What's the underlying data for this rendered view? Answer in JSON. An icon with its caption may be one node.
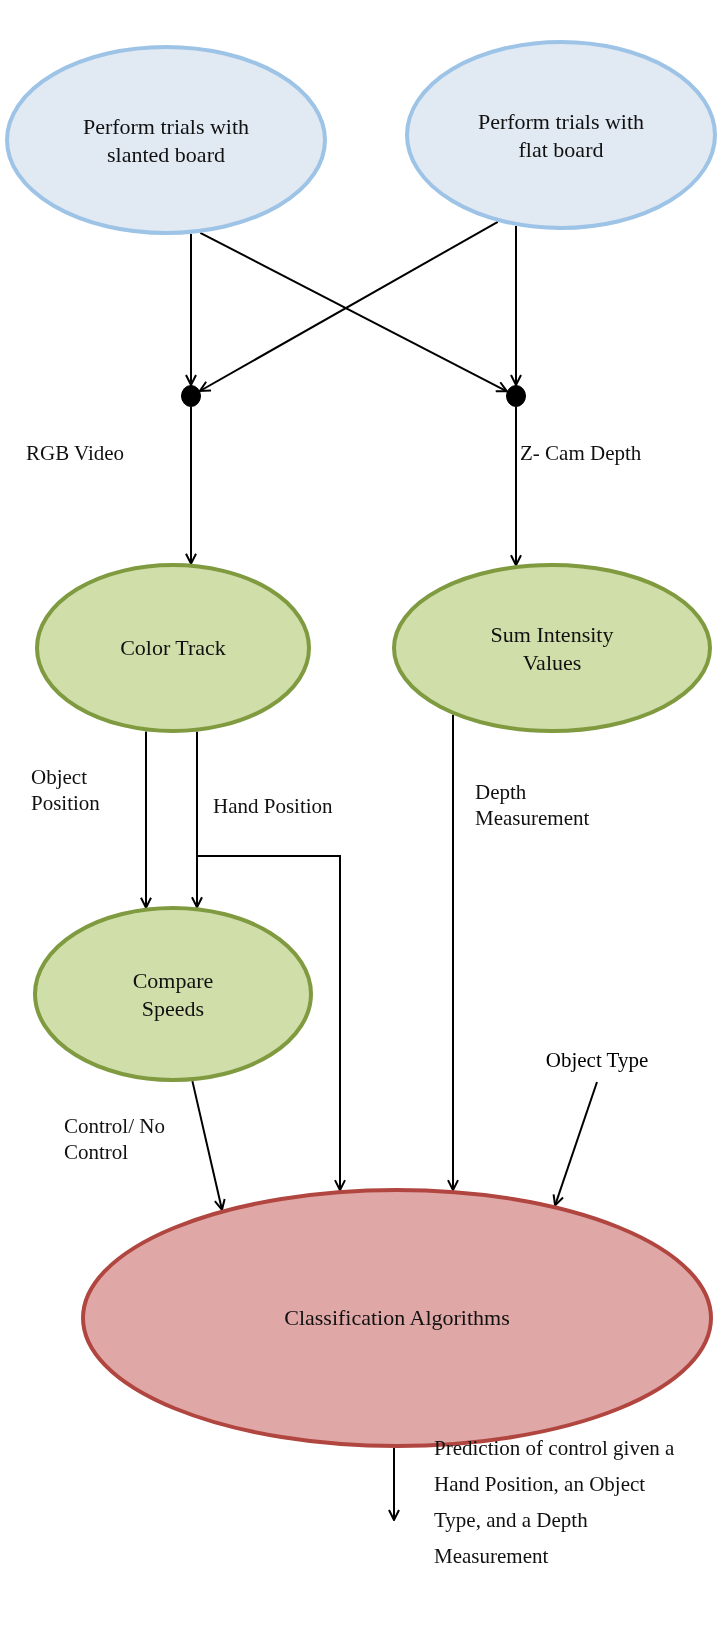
{
  "diagram": {
    "nodes": [
      {
        "text": [
          "Perform trials with slanted board"
        ]
      },
      {
        "text": [
          "Perform trials with flat board"
        ]
      },
      {
        "text": [],
        "shape": "circle"
      },
      {
        "text": [],
        "shape": "circle"
      },
      {
        "text": [
          "Color Track"
        ]
      },
      {
        "text": [
          "Sum Intensity Values"
        ]
      },
      {
        "text": [
          "Compare Speeds"
        ]
      },
      {
        "text": [
          "Classification Algorithms"
        ]
      },
      {
        "text": [
          "Object Type"
        ]
      }
    ],
    "edges": [
      {
        "from": 0,
        "to": 2,
        "arrow": "to"
      },
      {
        "from": 0,
        "to": 3,
        "arrow": "to"
      },
      {
        "from": 1,
        "to": 2,
        "arrow": "to"
      },
      {
        "from": 1,
        "to": 3,
        "arrow": "to"
      },
      {
        "from": 2,
        "to": 4,
        "arrow": "to",
        "label": "RGB Video"
      },
      {
        "from": 3,
        "to": 5,
        "arrow": "to",
        "label": "Z- Cam Depth"
      },
      {
        "from": 4,
        "to": 6,
        "arrow": "to",
        "label": "Object Position"
      },
      {
        "from": 4,
        "to": 6,
        "arrow": "to",
        "label": "Hand Position"
      },
      {
        "from": 4,
        "to": 7,
        "arrow": "to"
      },
      {
        "from": 5,
        "to": 7,
        "arrow": "to",
        "label": "Depth Measurement"
      },
      {
        "from": 6,
        "to": 7,
        "arrow": "to",
        "label": "Control/ No Control"
      },
      {
        "from": 8,
        "to": 7,
        "arrow": "to"
      },
      {
        "from": 7,
        "to": null,
        "arrow": "to",
        "label": "Prediction of control given a Hand Position, an Object Type, and a Depth Measurement"
      }
    ]
  }
}
